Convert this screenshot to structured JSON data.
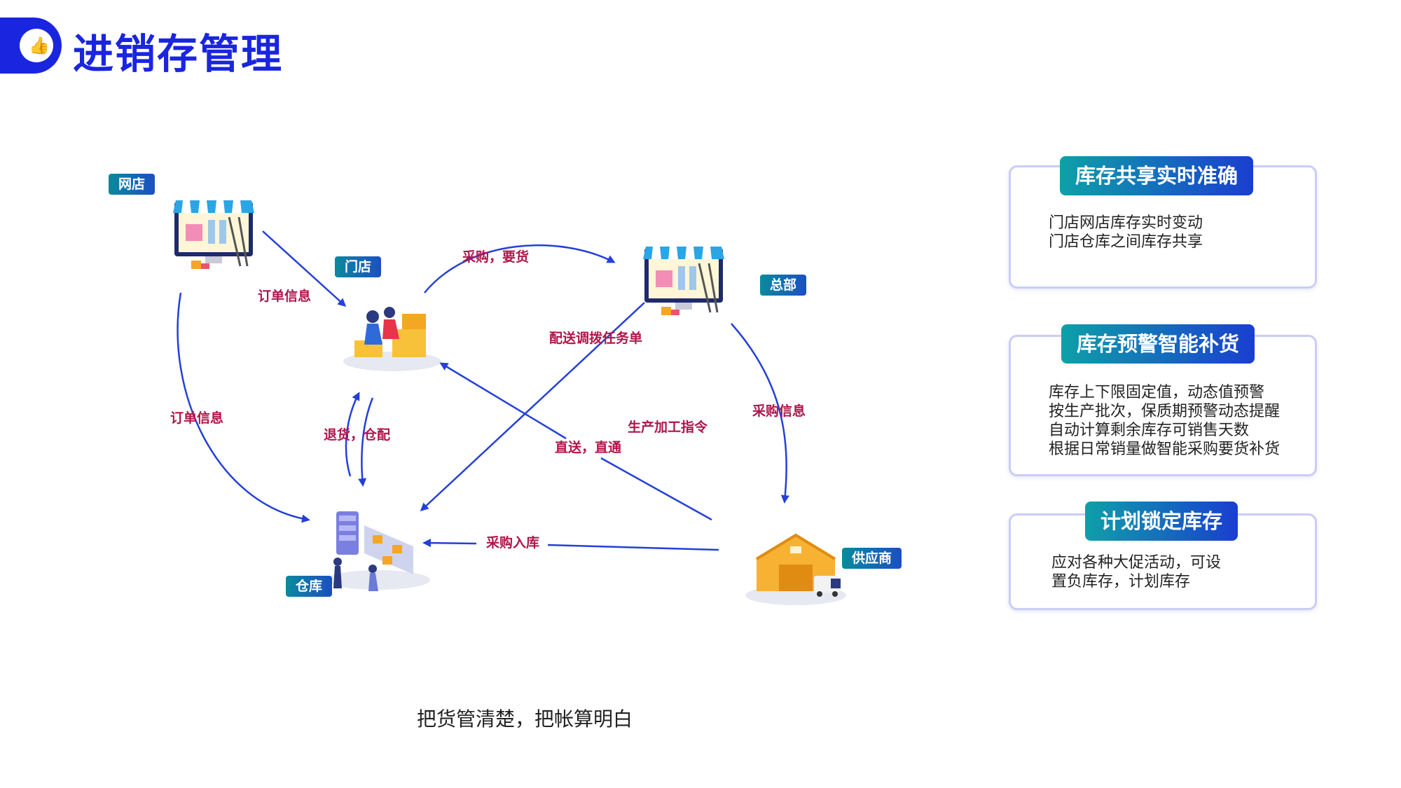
{
  "header": {
    "title": "进销存管理"
  },
  "nodes": {
    "online_store": "网店",
    "store": "门店",
    "headquarters": "总部",
    "warehouse": "仓库",
    "supplier": "供应商"
  },
  "edges": {
    "order_info_top": "订单信息",
    "purchase_request": "采购，要货",
    "order_info_left": "订单信息",
    "transfer_order": "配送调拨任务单",
    "return_distribute": "退货，仓配",
    "purchase_info": "采购信息",
    "production_order": "生产加工指令",
    "direct_ship": "直送，直通",
    "purchase_in": "采购入库"
  },
  "cards": [
    {
      "title": "库存共享实时准确",
      "lines": [
        "门店网店库存实时变动",
        "门店仓库之间库存共享"
      ]
    },
    {
      "title": "库存预警智能补货",
      "lines": [
        "库存上下限固定值，动态值预警",
        "按生产批次，保质期预警动态提醒",
        "自动计算剩余库存可销售天数",
        "根据日常销量做智能采购要货补货"
      ]
    },
    {
      "title": "计划锁定库存",
      "lines": [
        "应对各种大促活动，可设",
        "置负库存，计划库存"
      ]
    }
  ],
  "footer": "把货管清楚，把帐算明白",
  "colors": {
    "accent": "#1a25e0",
    "arrow": "#2440d8",
    "label": "#b0154a",
    "tag_start": "#0a8a9e",
    "tag_end": "#1c4fc2"
  },
  "icons": [
    "thumbs-up-icon",
    "online-store-icon",
    "store-icon",
    "headquarters-icon",
    "warehouse-icon",
    "supplier-icon"
  ]
}
